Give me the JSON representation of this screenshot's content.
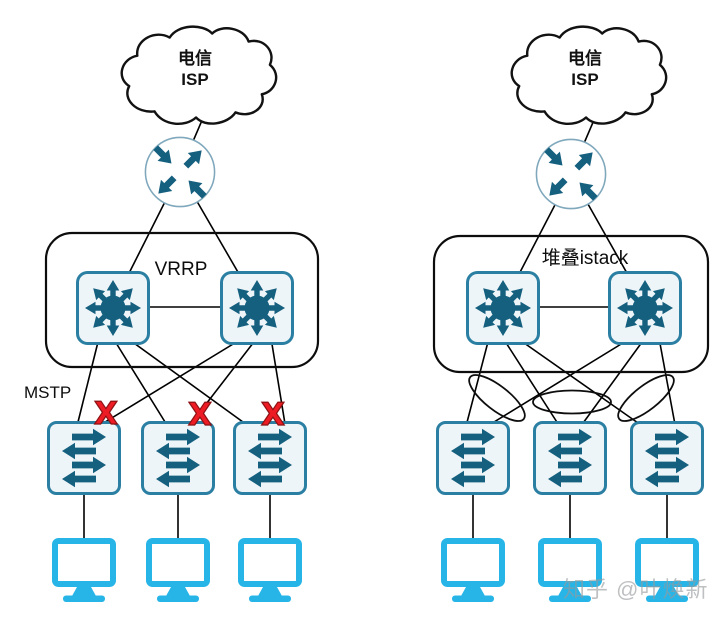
{
  "diagram": {
    "left": {
      "cloud": {
        "line1": "电信",
        "line2": "ISP"
      },
      "box_label": "VRRP",
      "mstp_label": "MSTP",
      "blocked_mark": "X"
    },
    "right": {
      "cloud": {
        "line1": "电信",
        "line2": "ISP"
      },
      "box_label": "堆叠istack"
    },
    "watermark": "知乎 @叶焕新",
    "colors": {
      "device_teal": "#15607f",
      "device_border_teal": "#2b7fa3",
      "device_fill": "#eef5f8",
      "pc_cyan": "#27b5e8",
      "blocked_red": "#ed1c24",
      "line_black": "#000000"
    }
  }
}
